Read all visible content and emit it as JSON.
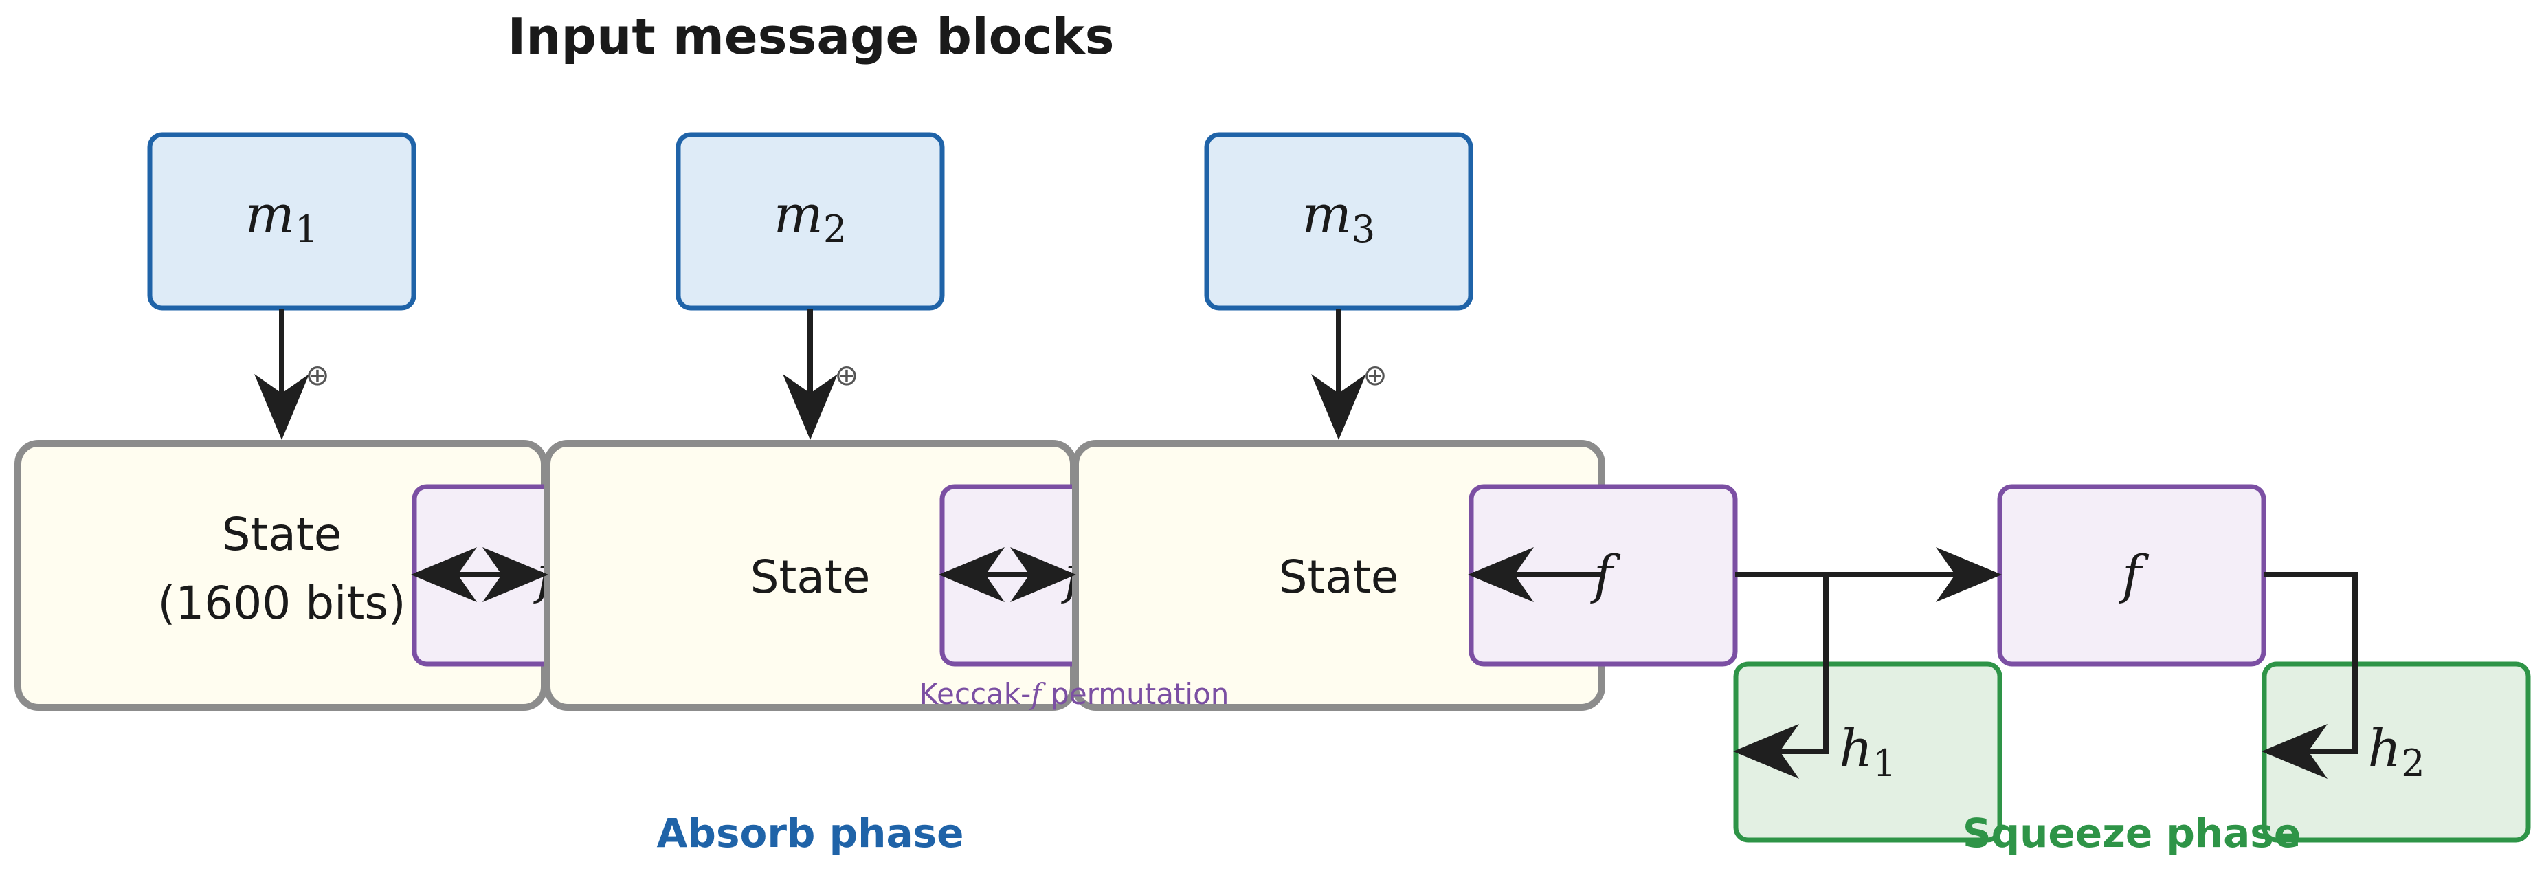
{
  "title": "Input message blocks",
  "messages": [
    {
      "var": "m",
      "sub": "1"
    },
    {
      "var": "m",
      "sub": "2"
    },
    {
      "var": "m",
      "sub": "3"
    }
  ],
  "xor_symbol": "⊕",
  "states": [
    {
      "line1": "State",
      "line2": "(1600 bits)"
    },
    {
      "line1": "State",
      "line2": ""
    },
    {
      "line1": "State",
      "line2": ""
    }
  ],
  "f_label": "f",
  "permutation_label": {
    "prefix": "Keccak-",
    "var": "f",
    "suffix": " permutation"
  },
  "outputs": [
    {
      "var": "h",
      "sub": "1"
    },
    {
      "var": "h",
      "sub": "2"
    }
  ],
  "phases": {
    "absorb": "Absorb phase",
    "squeeze": "Squeeze phase"
  },
  "colors": {
    "message_fill": "#deebf7",
    "message_stroke": "#1f63a8",
    "state_fill": "#fffdf0",
    "state_stroke": "#8c8c8c",
    "f_fill": "#f4eef8",
    "f_stroke": "#7b4fa3",
    "output_fill": "#e3f0e3",
    "output_stroke": "#2e9447",
    "arrow": "#1f1f1f",
    "absorb_text": "#1f63a8",
    "squeeze_text": "#2e9447",
    "perm_text": "#7b4fa3"
  }
}
